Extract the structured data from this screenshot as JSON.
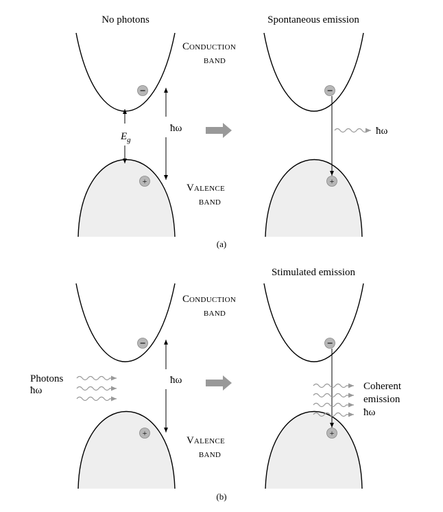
{
  "colors": {
    "band_fill": "#eeeeee",
    "line": "#000000",
    "arrow_gray": "#999999",
    "carrier_fill": "#b7b7b7"
  },
  "panel_a": {
    "left_title": "No photons",
    "right_title": "Spontaneous emission",
    "conduction_band": {
      "big": "C",
      "small": "ONDUCTION",
      "second_line": "BAND"
    },
    "valence_band": {
      "big": "V",
      "small": "ALENCE",
      "second_line": "BAND"
    },
    "gap_label": {
      "main": "E",
      "sub": "g"
    },
    "photon_energy": "ħω",
    "emitted_photon": "ħω",
    "caption": "(a)",
    "electron_symbol": "−",
    "hole_symbol": "+"
  },
  "panel_b": {
    "right_title": "Stimulated emission",
    "conduction_band": {
      "big": "C",
      "small": "ONDUCTION",
      "second_line": "BAND"
    },
    "valence_band": {
      "big": "V",
      "small": "ALENCE",
      "second_line": "BAND"
    },
    "incoming_label_1": "Photons",
    "incoming_label_2": "ħω",
    "photon_energy": "ħω",
    "coherent_1": "Coherent",
    "coherent_2": "emission",
    "coherent_3": "ħω",
    "caption": "(b)",
    "electron_symbol": "−",
    "hole_symbol": "+"
  }
}
